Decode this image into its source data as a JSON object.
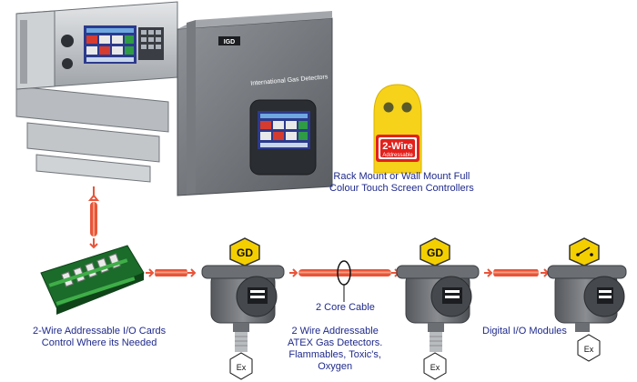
{
  "controller": {
    "brand_badge": "IGD",
    "panel_title": "International Gas Detectors",
    "caption_line1": "Rack Mount or Wall Mount Full",
    "caption_line2": "Colour Touch Screen Controllers"
  },
  "two_wire_badge": {
    "title": "2-Wire",
    "subtitle": "Addressable",
    "color_yellow": "#f6d21a",
    "color_red": "#e2211c"
  },
  "io_cards": {
    "caption_line1": "2-Wire Addressable I/O Cards",
    "caption_line2": "Control Where its Needed"
  },
  "cable": {
    "label": "2 Core Cable",
    "color": "#e8553a"
  },
  "detectors": {
    "symbol_text": "GD",
    "ex_mark": "Ex",
    "caption_line1": "2 Wire Addressable",
    "caption_line2": "ATEX Gas Detectors.",
    "caption_line3": "Flammables, Toxic's,",
    "caption_line4": "Oxygen"
  },
  "digital_io": {
    "caption": "Digital I/O Modules",
    "ex_mark": "Ex"
  },
  "colors": {
    "caption_blue": "#1f2a8c",
    "hazard_yellow": "#f4cf00",
    "device_grey": "#6b6e72"
  }
}
